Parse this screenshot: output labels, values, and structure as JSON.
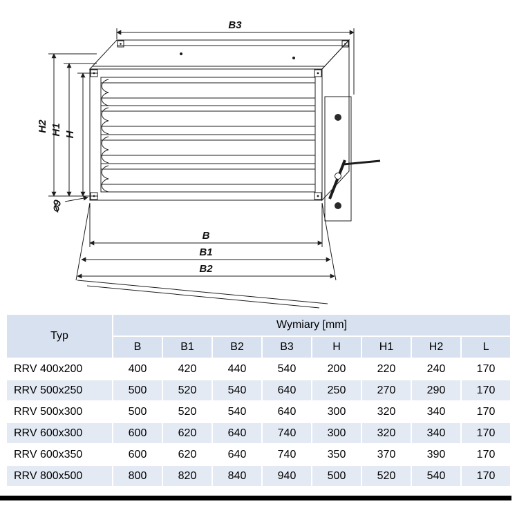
{
  "drawing": {
    "dim_b3": "B3",
    "dim_h2": "H2",
    "dim_h1": "H1",
    "dim_h": "H",
    "dim_hole": "⌀9",
    "dim_b": "B",
    "dim_b1": "B1",
    "dim_b2": "B2"
  },
  "table": {
    "typ_header": "Typ",
    "group_header": "Wymiary [mm]",
    "columns": [
      "B",
      "B1",
      "B2",
      "B3",
      "H",
      "H1",
      "H2",
      "L"
    ],
    "rows": [
      {
        "typ": "RRV 400x200",
        "values": [
          "400",
          "420",
          "440",
          "540",
          "200",
          "220",
          "240",
          "170"
        ]
      },
      {
        "typ": "RRV 500x250",
        "values": [
          "500",
          "520",
          "540",
          "640",
          "250",
          "270",
          "290",
          "170"
        ]
      },
      {
        "typ": "RRV 500x300",
        "values": [
          "500",
          "520",
          "540",
          "640",
          "300",
          "320",
          "340",
          "170"
        ]
      },
      {
        "typ": "RRV 600x300",
        "values": [
          "600",
          "620",
          "640",
          "740",
          "300",
          "320",
          "340",
          "170"
        ]
      },
      {
        "typ": "RRV 600x350",
        "values": [
          "600",
          "620",
          "640",
          "740",
          "350",
          "370",
          "390",
          "170"
        ]
      },
      {
        "typ": "RRV 800x500",
        "values": [
          "800",
          "820",
          "840",
          "940",
          "500",
          "520",
          "540",
          "170"
        ]
      }
    ]
  }
}
